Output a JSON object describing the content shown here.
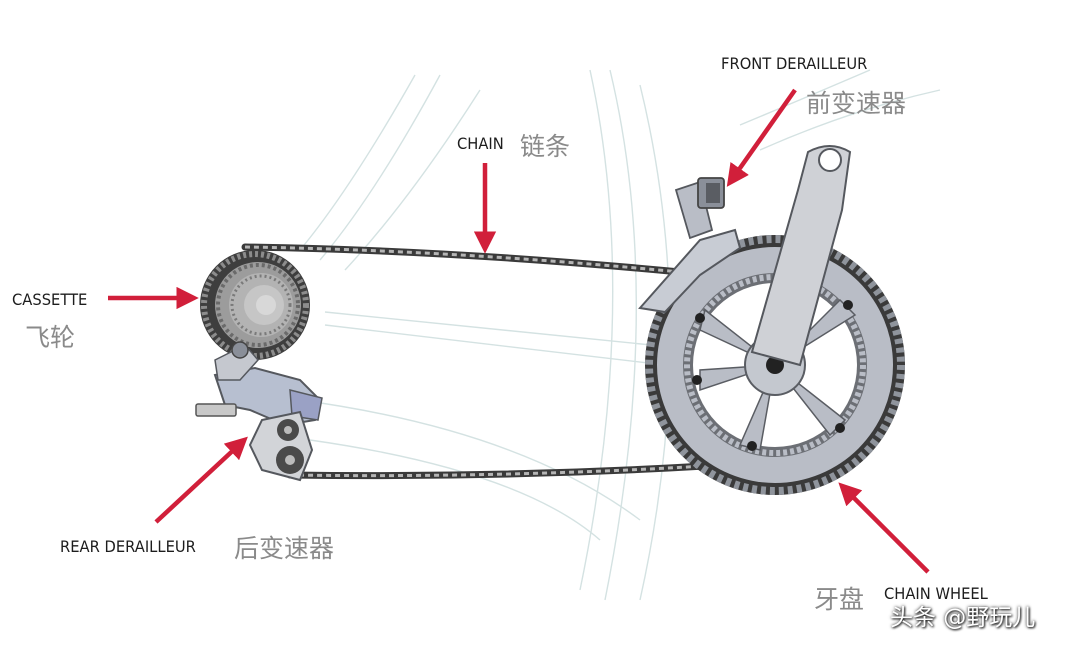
{
  "labels": {
    "chain_en": "CHAIN",
    "chain_zh": "链条",
    "front_derailleur_en": "FRONT DERAILLEUR",
    "front_derailleur_zh": "前变速器",
    "cassette_en": "CASSETTE",
    "cassette_zh": "飞轮",
    "rear_derailleur_en": "REAR DERAILLEUR",
    "rear_derailleur_zh": "后变速器",
    "chain_wheel_en": "CHAIN WHEEL",
    "chain_wheel_zh": "牙盘"
  },
  "watermark": "头条 @野玩儿",
  "colors": {
    "arrow": "#d11f3a",
    "metal": "#b9bdc6",
    "metal_dark": "#8a8f99",
    "chain": "#3a3a3a",
    "cassette": "#a9a9a9",
    "guide_lines": "#d4e2e2"
  }
}
